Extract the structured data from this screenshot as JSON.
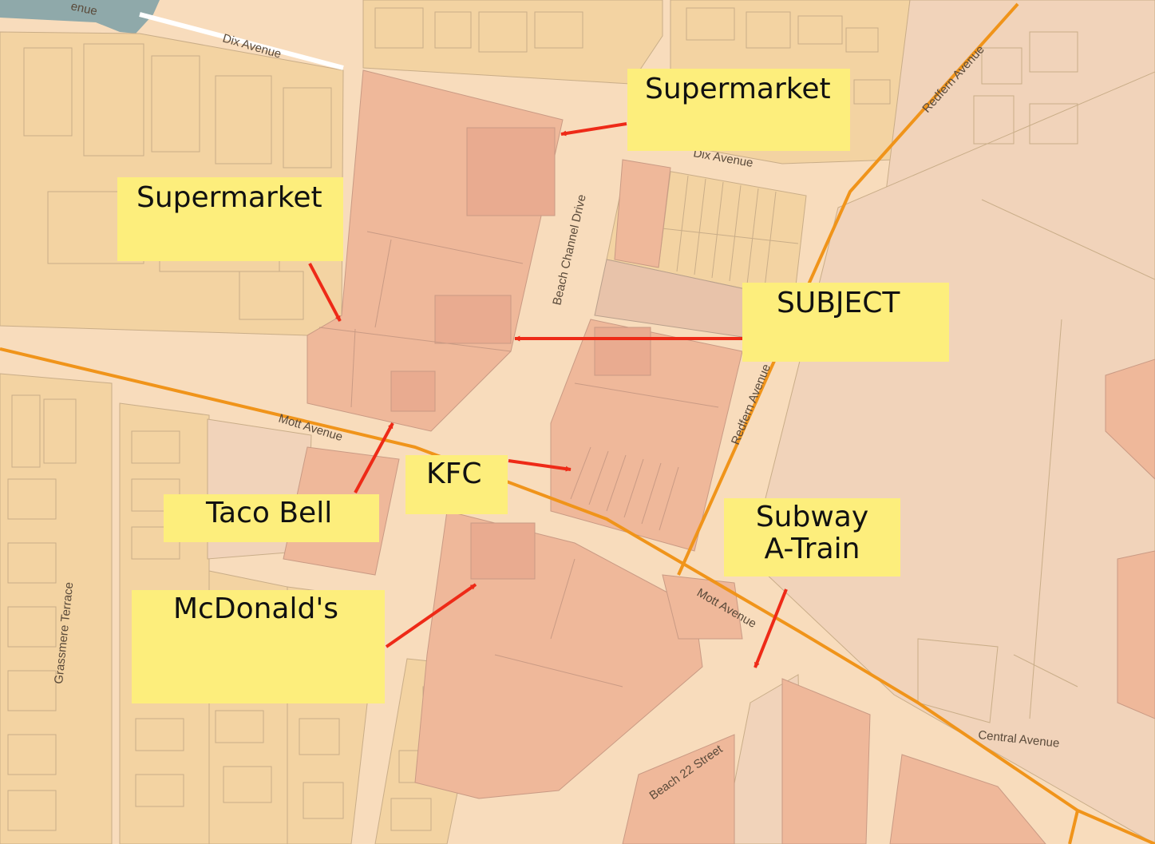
{
  "map": {
    "colors": {
      "background": "#f8dcbc",
      "residential": "#f3d3a2",
      "commercial": "#efb89a",
      "commercial_dark": "#e9ab90",
      "industrial": "#f1d3ba",
      "outline": "#b89b86",
      "main_road": "#f0941a",
      "water": "#8fa9aa",
      "callout_bg": "#fdee7c",
      "arrow": "#ee2a17"
    },
    "streets": {
      "dix_avenue_west": "Dix Avenue",
      "dix_avenue_east": "Dix Avenue",
      "redfern_avenue_north": "Redfern Avenue",
      "redfern_avenue_south": "Redfern Avenue",
      "beach_channel_drive": "Beach Channel Drive",
      "mott_avenue_west": "Mott Avenue",
      "mott_avenue_east": "Mott Avenue",
      "grassmere_terrace": "Grassmere Terrace",
      "central_avenue": "Central Avenue",
      "beach_22_street": "Beach 22 Street",
      "top_left_fragment": "enue"
    },
    "callouts": {
      "supermarket_east": "Supermarket",
      "supermarket_west": "Supermarket",
      "subject": "SUBJECT",
      "kfc": "KFC",
      "taco_bell": "Taco Bell",
      "mcdonalds": "McDonald's",
      "subway_line1": "Subway",
      "subway_line2": "A-Train"
    }
  }
}
